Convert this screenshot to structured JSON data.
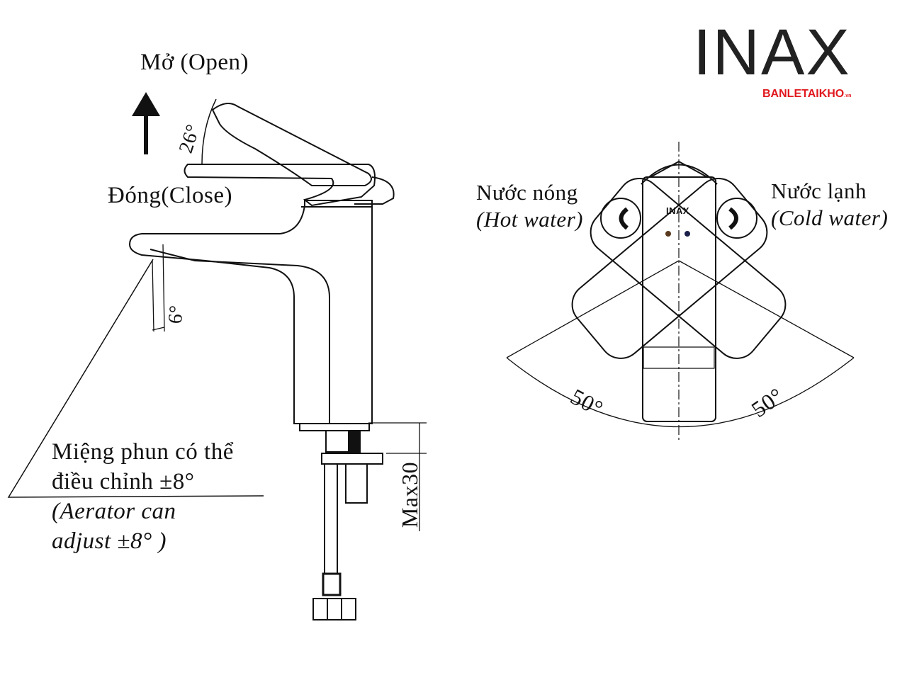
{
  "brand": {
    "logo": "INAX",
    "watermark": "BANLETAIKHO",
    "watermark_suffix": ".vn",
    "product_mark": "INAX"
  },
  "side_view": {
    "open_label": "Mở (Open)",
    "close_label": "Đóng(Close)",
    "lever_angle": "26°",
    "spout_angle": "6°",
    "aerator_line1": "Miệng phun có thể",
    "aerator_line2": "điều chỉnh ±8°",
    "aerator_line3": "(Aerator can",
    "aerator_line4": "adjust ±8° )",
    "max_dimension": "Max30"
  },
  "top_view": {
    "hot_label": "Nước nóng",
    "hot_label_en": "(Hot water)",
    "cold_label": "Nước lạnh",
    "cold_label_en": "(Cold water)",
    "left_angle": "50°",
    "right_angle": "50°"
  },
  "colors": {
    "line": "#111111",
    "watermark": "#e0181d"
  }
}
